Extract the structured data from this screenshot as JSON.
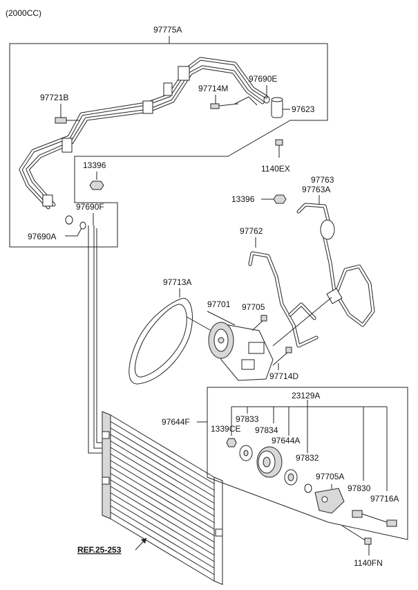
{
  "header": {
    "variant": "(2000CC)"
  },
  "labels": {
    "assembly_upper": "97775A",
    "tube_connector": "97721B",
    "seal_e": "97690E",
    "bolt_m": "97714M",
    "receiver": "97623",
    "bolt_ex": "1140EX",
    "nut_upper": "13396",
    "seal_f": "97690F",
    "seal_a": "97690A",
    "nut_lower": "13396",
    "hose_suction_a": "97763",
    "hose_suction_b": "97763A",
    "hose_discharge": "97762",
    "belt": "97713A",
    "compressor": "97701",
    "bolt_705": "97705",
    "bolt_d": "97714D",
    "clutch_assembly": "23129A",
    "condenser_tube": "97644F",
    "clutch_nut": "1339CE",
    "disc_hub": "97833",
    "pulley": "97834",
    "shim": "97644A",
    "snap_ring": "97832",
    "bracket": "97705A",
    "field_coil": "97830",
    "switch": "97716A",
    "bolt_fn": "1140FN",
    "reference": "REF.25-253"
  },
  "icons": [
    "hex-nut-icon",
    "bolt-icon",
    "o-ring-icon",
    "reference-arrow-icon"
  ]
}
